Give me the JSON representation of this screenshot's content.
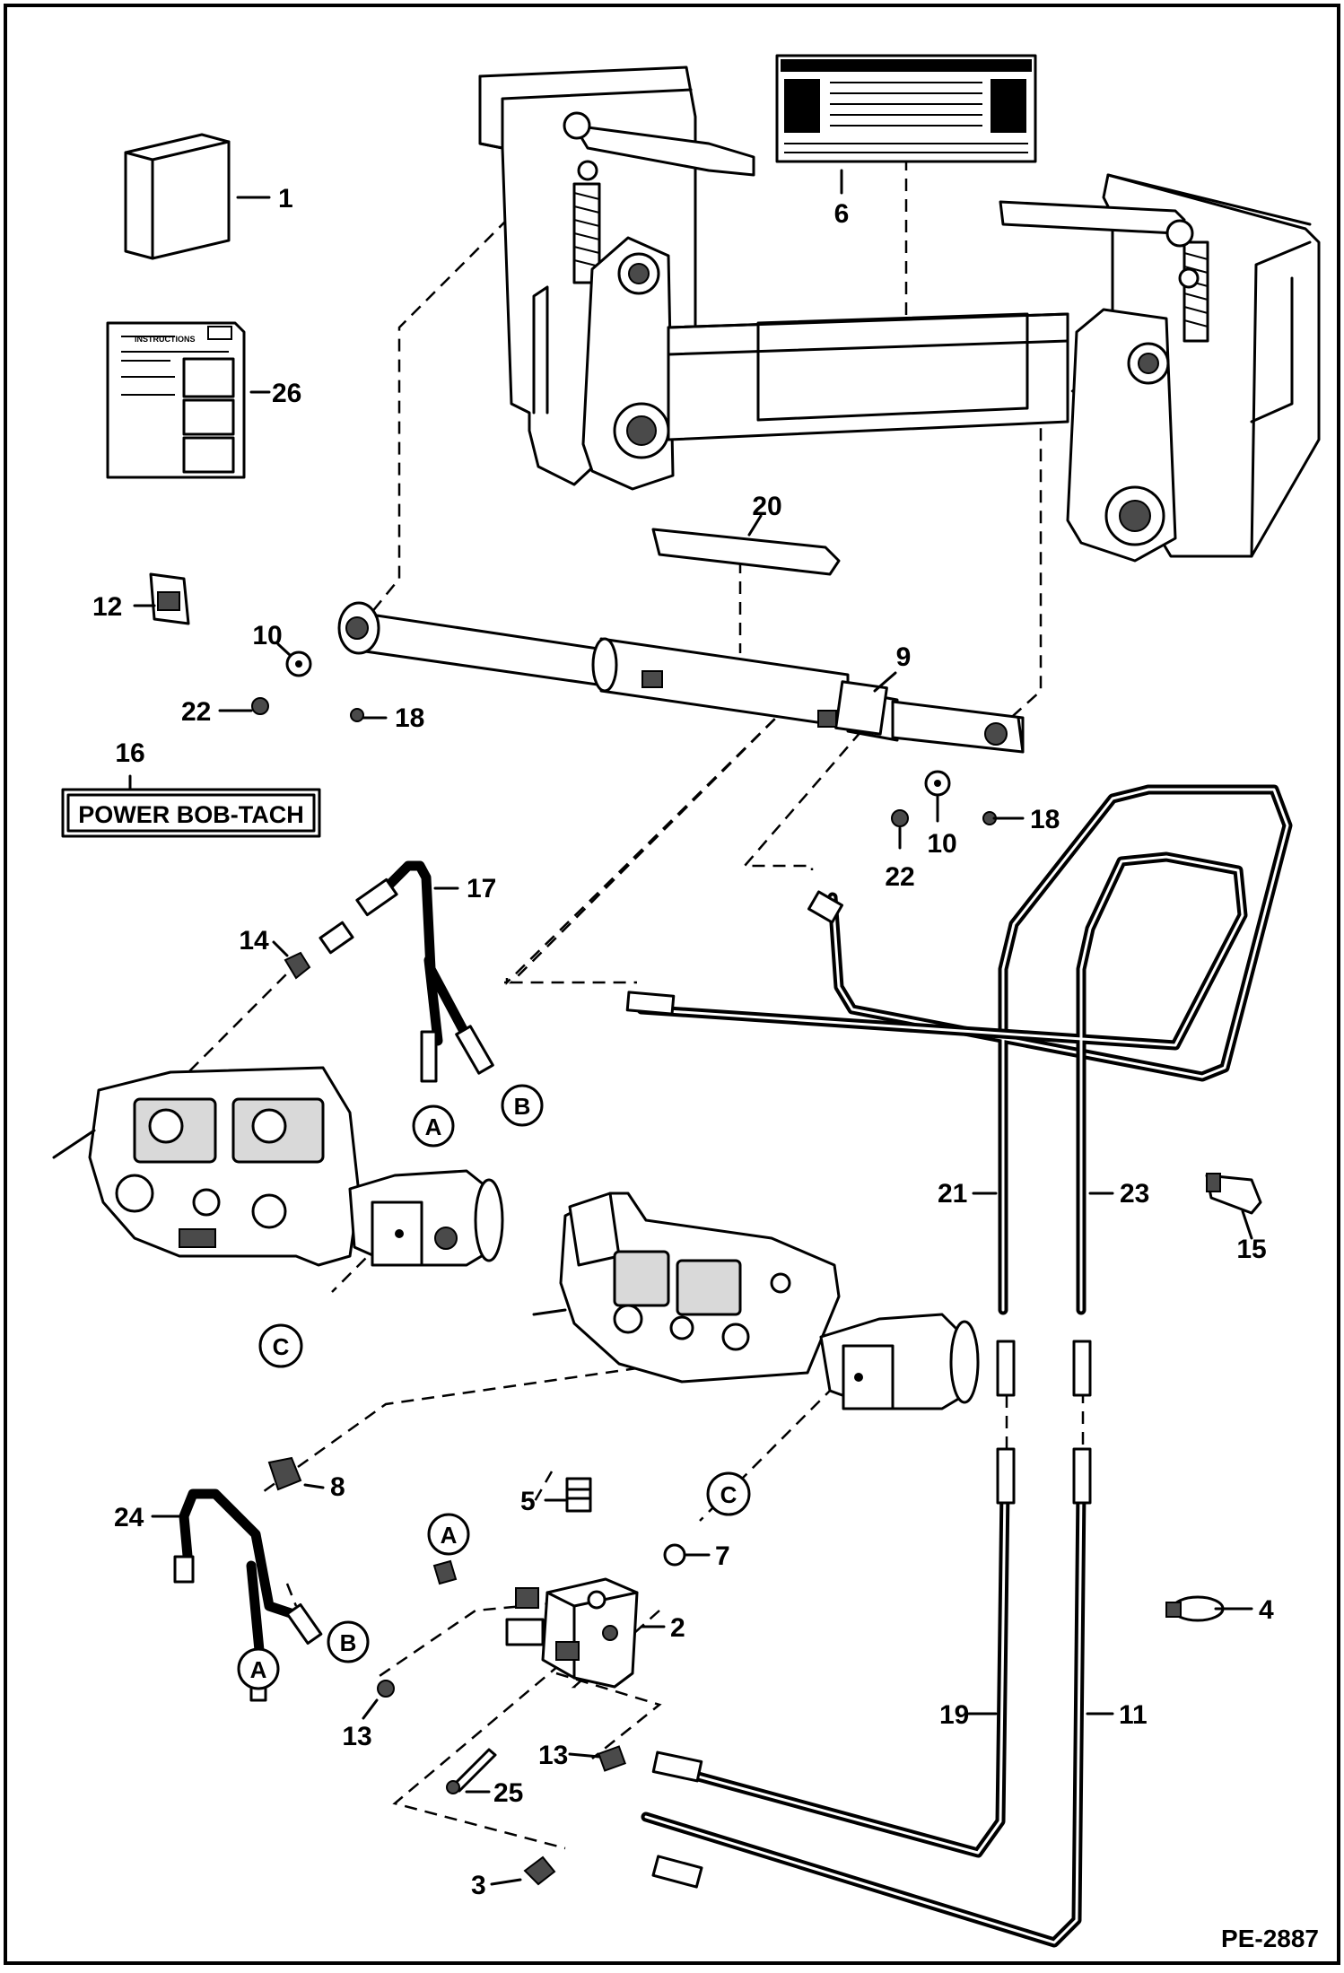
{
  "figure_id": "PE-2887",
  "decal_text": "POWER BOB-TACH",
  "instructions_heading": "INSTRUCTIONS",
  "port_labels": [
    "A",
    "B",
    "C"
  ],
  "callouts": {
    "p1": "1",
    "p2": "2",
    "p3": "3",
    "p4": "4",
    "p5": "5",
    "p6": "6",
    "p7": "7",
    "p8": "8",
    "p9": "9",
    "p10a": "10",
    "p10b": "10",
    "p11": "11",
    "p12": "12",
    "p13a": "13",
    "p13b": "13",
    "p14": "14",
    "p15": "15",
    "p16": "16",
    "p17": "17",
    "p18a": "18",
    "p18b": "18",
    "p19": "19",
    "p20": "20",
    "p21": "21",
    "p22a": "22",
    "p22b": "22",
    "p23": "23",
    "p24": "24",
    "p25": "25",
    "p26": "26"
  }
}
